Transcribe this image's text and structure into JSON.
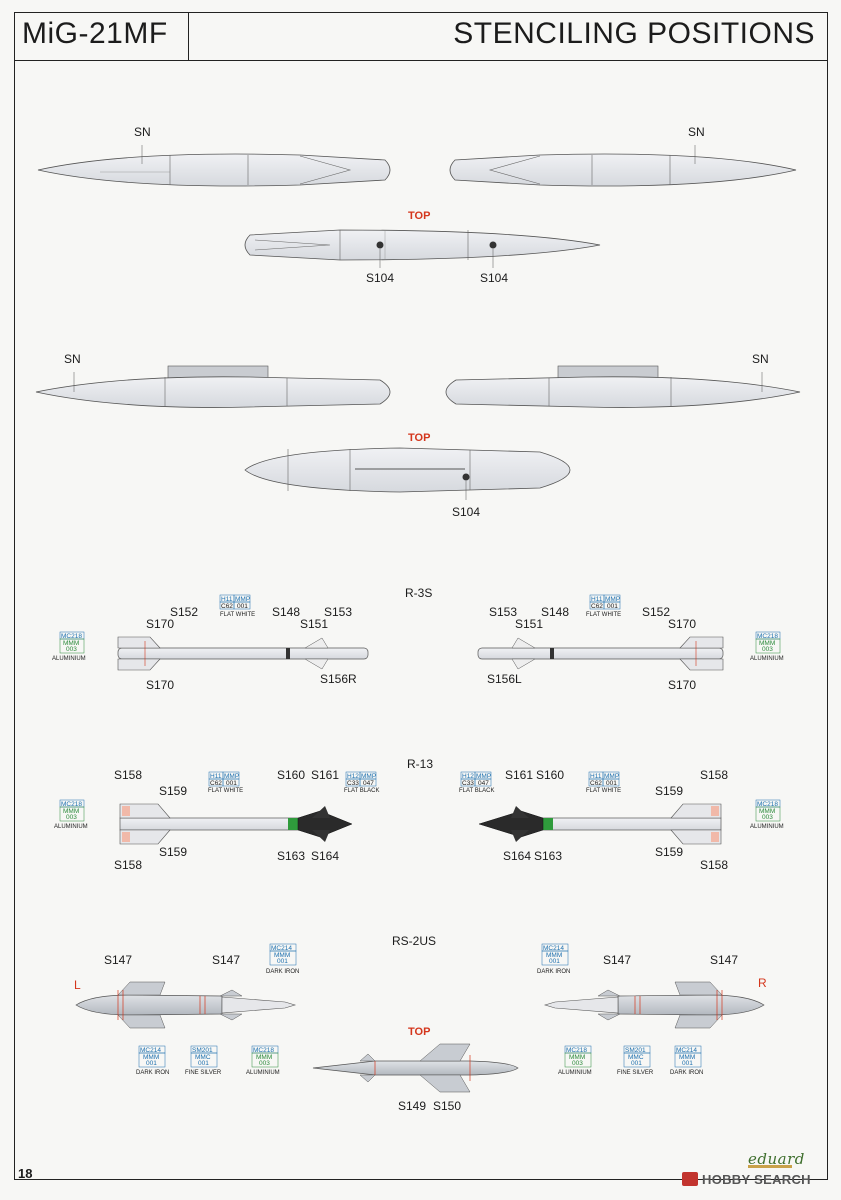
{
  "header": {
    "model": "MiG-21MF",
    "title": "STENCILING POSITIONS"
  },
  "footer": {
    "page": "18",
    "brand": "eduard",
    "watermark": "HOBBY SEARCH"
  },
  "labels": {
    "sn": "SN",
    "top": "TOP",
    "s104": "S104",
    "r3s": "R-3S",
    "r13": "R-13",
    "rs2us": "RS-2US",
    "s152": "S152",
    "s170": "S170",
    "s148": "S148",
    "s153": "S153",
    "s151": "S151",
    "s156r": "S156R",
    "s156l": "S156L",
    "s158": "S158",
    "s159": "S159",
    "s160": "S160",
    "s161": "S161",
    "s163": "S163",
    "s164": "S164",
    "s147": "S147",
    "s149": "S149",
    "s150": "S150",
    "left": "L",
    "right": "R"
  },
  "codes": {
    "h11": "H11",
    "mmp": "MMP",
    "c62": "C62",
    "n001": "001",
    "flat_white": "FLAT WHITE",
    "mc218": "MC218",
    "mmm": "MMM",
    "n003": "003",
    "aluminium": "ALUMINIUM",
    "h12": "H12",
    "c33": "C33",
    "n047": "047",
    "flat_black": "FLAT BLACK",
    "mc214": "MC214",
    "dark_iron": "DARK IRON",
    "sm201": "SM201",
    "mmc": "MMC",
    "fine_silver": "FINE SILVER"
  },
  "colors": {
    "accent_red": "#d4361c",
    "code_blue": "#1c6fae",
    "code_green": "#2b8a3a",
    "body_grey": "#e4e6ea",
    "rs2_grey": "#c8ccd2"
  }
}
